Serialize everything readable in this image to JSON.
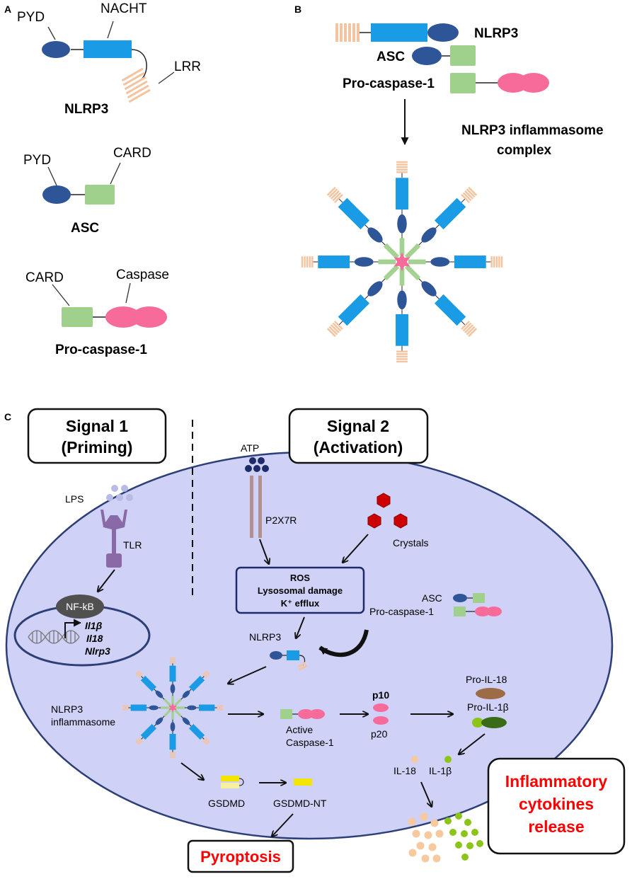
{
  "colors": {
    "pyd": "#2d5597",
    "nacht": "#1a9be6",
    "lrr": "#f4c3a0",
    "card": "#9fd08c",
    "caspase": "#f76b9b",
    "cell_fill": "#cfd1f6",
    "cell_stroke": "#2d3f77",
    "crystal": "#cc0000",
    "atp": "#1f2a6b",
    "lps": "#b8bbe8",
    "tlr": "#8a6aa6",
    "p2x7r": "#b1918f",
    "nfkb": "#505050",
    "il18": "#f6c99f",
    "il1b": "#8cc41a",
    "pro_il18": "#9d6b45",
    "pro_il1b": "#3a6b16",
    "gsdmd_a": "#f2e600",
    "gsdmd_b": "#f7f0a0",
    "red_text": "#ff0000"
  },
  "panel_a": {
    "letter": "A",
    "nlrp3": {
      "pyd": "PYD",
      "nacht": "NACHT",
      "lrr": "LRR",
      "name": "NLRP3"
    },
    "asc": {
      "pyd": "PYD",
      "card": "CARD",
      "name": "ASC"
    },
    "procasp": {
      "card": "CARD",
      "caspase": "Caspase",
      "name": "Pro-caspase-1"
    }
  },
  "panel_b": {
    "letter": "B",
    "nlrp3": "NLRP3",
    "asc": "ASC",
    "procasp": "Pro-caspase-1",
    "complex_line1": "NLRP3  inflammasome",
    "complex_line2": "complex"
  },
  "panel_c": {
    "letter": "C",
    "signal1_line1": "Signal 1",
    "signal1_line2": "(Priming)",
    "signal2_line1": "Signal 2",
    "signal2_line2": "(Activation)",
    "atp": "ATP",
    "p2x7r": "P2X7R",
    "lps": "LPS",
    "tlr": "TLR",
    "crystals": "Crystals",
    "ros_line1": "ROS",
    "ros_line2": "Lysosomal damage",
    "ros_line3": "K⁺ efflux",
    "nfkb": "NF-kB",
    "gene1": "Il1β",
    "gene2": "Il18",
    "gene3": "Nlrp3",
    "asc": "ASC",
    "procasp": "Pro-caspase-1",
    "nlrp3": "NLRP3",
    "inflammasome_line1": "NLRP3",
    "inflammasome_line2": "inflammasome",
    "active_line1": "Active",
    "active_line2": "Caspase-1",
    "p10": "p10",
    "p20": "p20",
    "pro_il18": "Pro-IL-18",
    "pro_il1b": "Pro-IL-1β",
    "il18": "IL-18",
    "il1b": "IL-1β",
    "gsdmd": "GSDMD",
    "gsdmd_nt": "GSDMD-NT",
    "pyroptosis": "Pyroptosis",
    "release_line1": "Inflammatory",
    "release_line2": "cytokines",
    "release_line3": "release"
  }
}
